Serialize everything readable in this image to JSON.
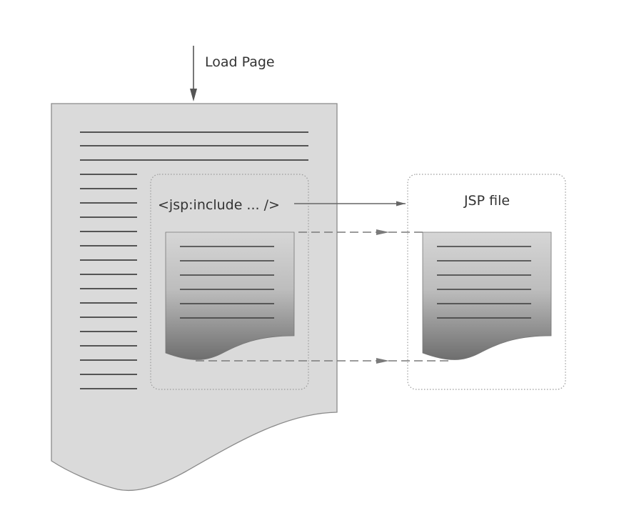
{
  "labels": {
    "load_page": "Load Page",
    "include_tag": "<jsp:include ... />",
    "jsp_file": "JSP file"
  },
  "colors": {
    "page_fill": "#dadada",
    "page_stroke": "#888888",
    "text_line": "#404040",
    "arrow": "#666666",
    "dashed_arrow": "#7a7a7a",
    "doc_gradient_top": "#d4d4d4",
    "doc_gradient_bottom": "#6f6f6f",
    "dotted_border": "#a8a8a8"
  }
}
